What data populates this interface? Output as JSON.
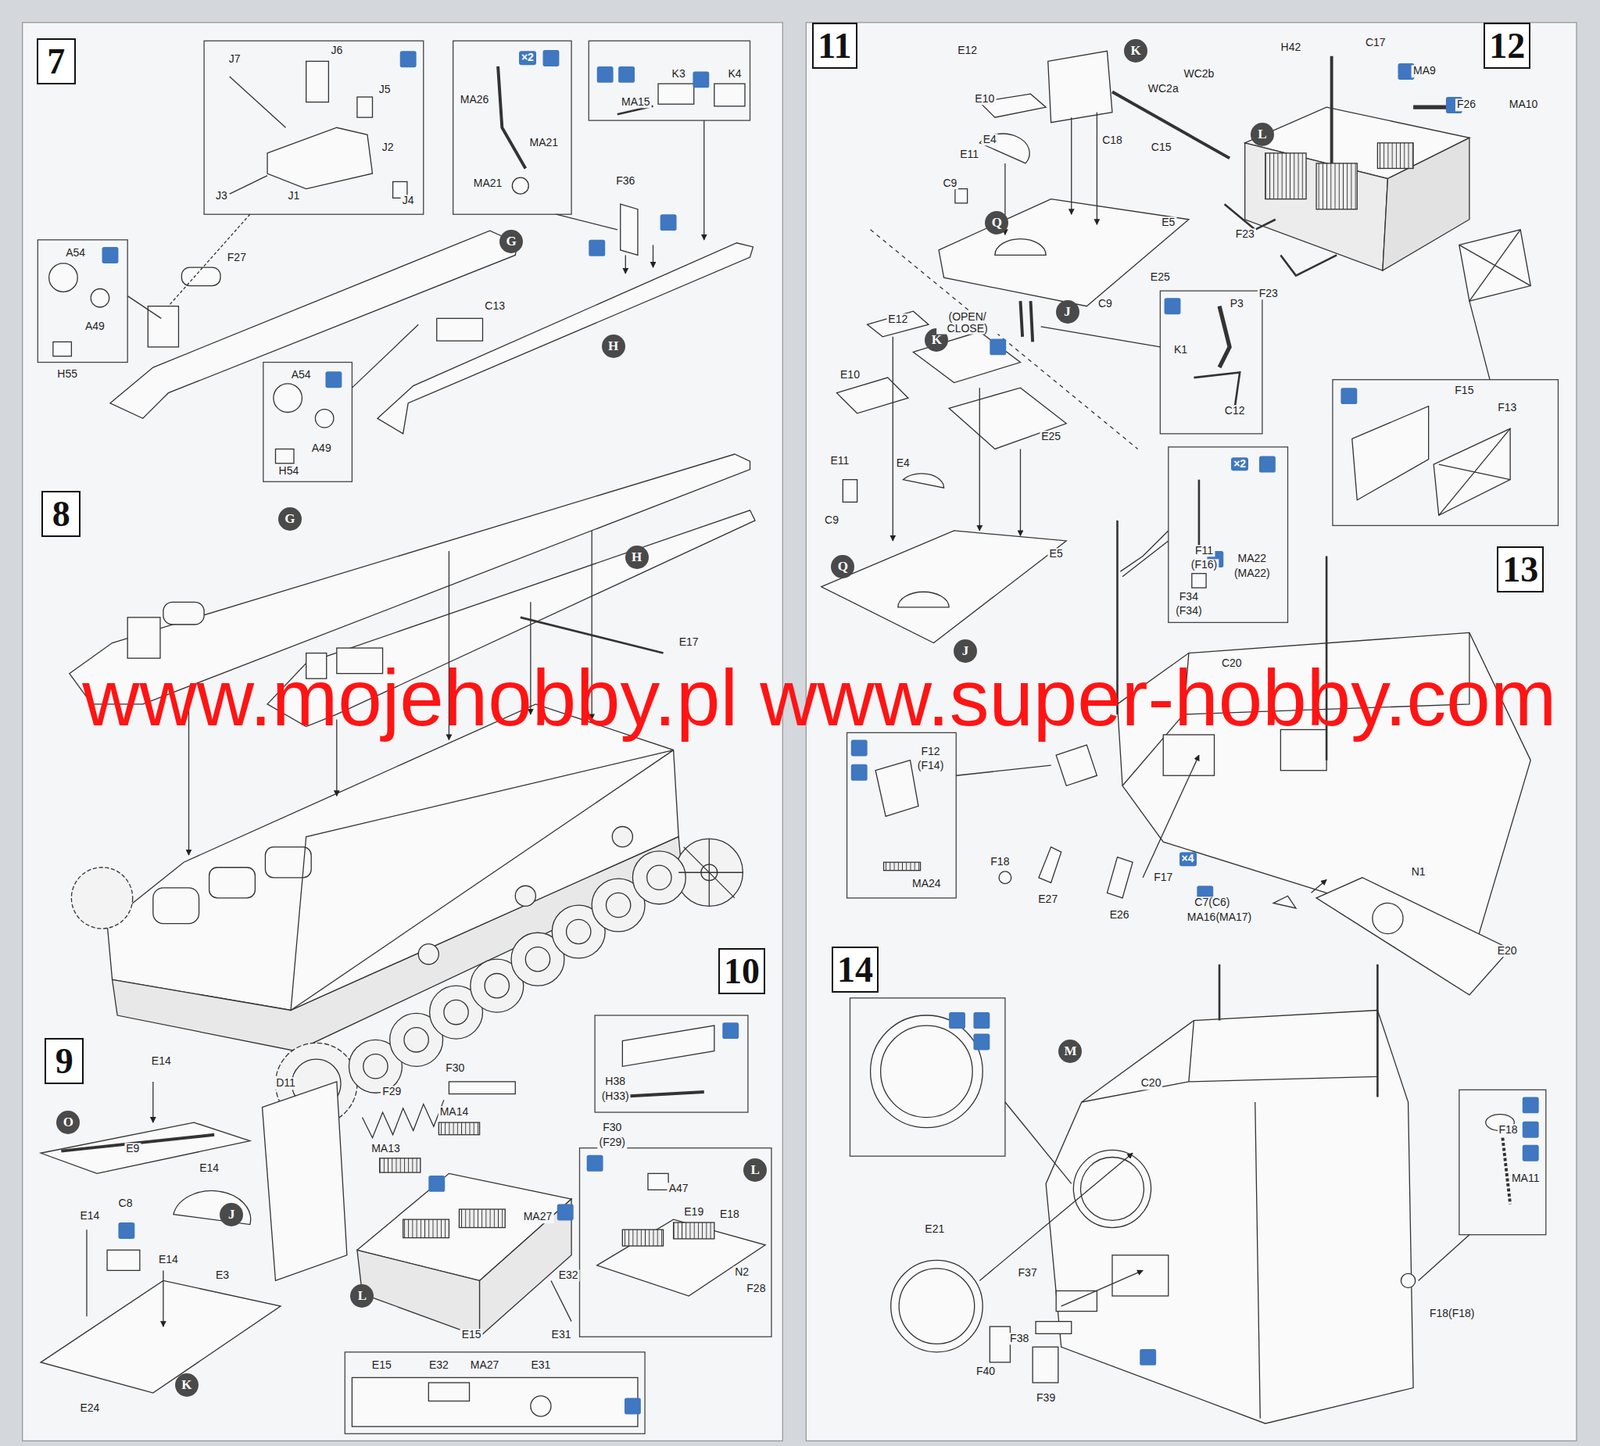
{
  "diagram": {
    "nodes": [
      {
        "text": [
          "7"
        ]
      },
      {
        "text": [
          "G"
        ]
      },
      {
        "text": [
          "H"
        ]
      },
      {
        "text": [
          "8"
        ]
      },
      {
        "text": [
          "G"
        ]
      },
      {
        "text": [
          "H"
        ]
      },
      {
        "text": [
          "9"
        ]
      },
      {
        "text": [
          "O"
        ]
      },
      {
        "text": [
          "J"
        ]
      },
      {
        "text": [
          "K"
        ]
      },
      {
        "text": [
          "10"
        ]
      },
      {
        "text": [
          "L"
        ]
      },
      {
        "text": [
          "L"
        ]
      },
      {
        "text": [
          "11"
        ]
      },
      {
        "text": [
          "K"
        ]
      },
      {
        "text": [
          "Q"
        ]
      },
      {
        "text": [
          "J"
        ]
      },
      {
        "text": [
          "K"
        ]
      },
      {
        "text": [
          "Q"
        ]
      },
      {
        "text": [
          "J"
        ]
      },
      {
        "text": [
          "12"
        ]
      },
      {
        "text": [
          "L"
        ]
      },
      {
        "text": [
          "13"
        ]
      },
      {
        "text": [
          "14"
        ]
      },
      {
        "text": [
          "M"
        ]
      }
    ],
    "labels": [
      "J7",
      "J6",
      "J5",
      "J2",
      "J3",
      "J1",
      "J4",
      "MA26",
      "×2",
      "MA21",
      "MA21",
      "K3",
      "K4",
      "MA15",
      "F36",
      "A54",
      "F27",
      "A49",
      "H55",
      "C13",
      "A54",
      "A49",
      "H54",
      "E17",
      "www.mojehobby.pl www.super-hobby.com",
      "E14",
      "E9",
      "E14",
      "E3",
      "E14",
      "C8",
      "E14",
      "E24",
      "F30",
      "D11",
      "F29",
      "H38",
      "(H33)",
      "MA14",
      "F30",
      "(F29)",
      "MA13",
      "A47",
      "E19",
      "E18",
      "MA27",
      "E32",
      "N2",
      "F28",
      "E15",
      "E31",
      "E15",
      "E32",
      "MA27",
      "E31",
      "E12",
      "WC2b",
      "WC2a",
      "E10",
      "E4",
      "C18",
      "C15",
      "E11",
      "C9",
      "E5",
      "E25",
      "C9",
      "P3",
      "(OPEN/ CLOSE)",
      "K1",
      "C12",
      "E12",
      "E10",
      "E25",
      "E11",
      "E4",
      "C9",
      "E5",
      "×2",
      "F11",
      "(F16)",
      "MA22",
      "(MA22)",
      "F34",
      "(F34)",
      "H42",
      "C17",
      "MA9",
      "F26",
      "MA10",
      "F23",
      "F23",
      "F15",
      "F13",
      "C20",
      "F12",
      "(F14)",
      "MA24",
      "F18",
      "F17",
      "×4",
      "E27",
      "C7(C6)",
      "MA16(MA17)",
      "E26",
      "N1",
      "E20",
      "C20",
      "F18",
      "MA11",
      "E21",
      "F37",
      "F38",
      "F40",
      "F39",
      "F18(F18)"
    ]
  }
}
